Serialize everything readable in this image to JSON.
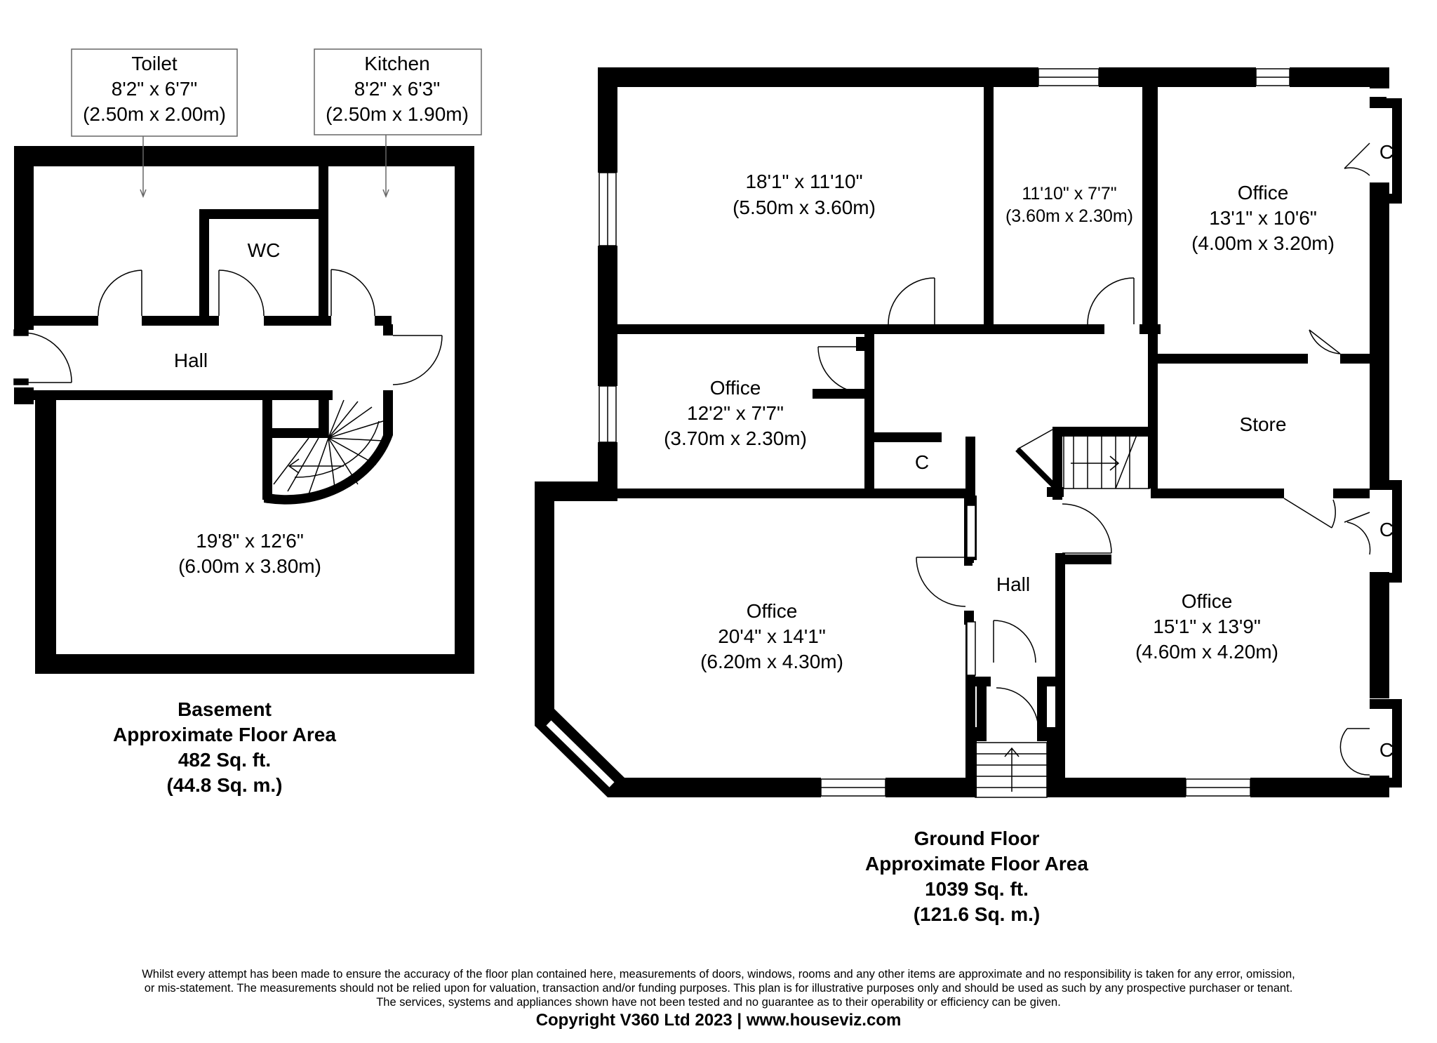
{
  "basement": {
    "callouts": {
      "toilet": {
        "name": "Toilet",
        "imperial": "8'2\" x 6'7\"",
        "metric": "(2.50m x 2.00m)"
      },
      "kitchen": {
        "name": "Kitchen",
        "imperial": "8'2\" x 6'3\"",
        "metric": "(2.50m x 1.90m)"
      }
    },
    "rooms": {
      "wc": "WC",
      "hall": "Hall",
      "main": {
        "imperial": "19'8\" x 12'6\"",
        "metric": "(6.00m x 3.80m)"
      }
    },
    "summary": {
      "title": "Basement",
      "subtitle": "Approximate Floor Area",
      "sqft": "482 Sq. ft.",
      "sqm": "(44.8 Sq. m.)"
    }
  },
  "ground": {
    "rooms": {
      "room_a": {
        "imperial": "18'1\" x 11'10\"",
        "metric": "(5.50m x 3.60m)"
      },
      "room_b": {
        "imperial": "11'10\" x 7'7\"",
        "metric": "(3.60m x 2.30m)"
      },
      "office_ne": {
        "name": "Office",
        "imperial": "13'1\" x 10'6\"",
        "metric": "(4.00m x 3.20m)"
      },
      "office_w": {
        "name": "Office",
        "imperial": "12'2\" x 7'7\"",
        "metric": "(3.70m x 2.30m)"
      },
      "store": "Store",
      "cupboard": "C",
      "hall": "Hall",
      "office_sw": {
        "name": "Office",
        "imperial": "20'4\" x 14'1\"",
        "metric": "(6.20m x 4.30m)"
      },
      "office_se": {
        "name": "Office",
        "imperial": "15'1\" x 13'9\"",
        "metric": "(4.60m x 4.20m)"
      }
    },
    "summary": {
      "title": "Ground Floor",
      "subtitle": "Approximate Floor Area",
      "sqft": "1039 Sq. ft.",
      "sqm": "(121.6 Sq. m.)"
    }
  },
  "footer": {
    "disclaimer_1": "Whilst every attempt has been made to ensure the accuracy of the floor plan contained here, measurements of doors, windows, rooms and any other items are approximate and no responsibility is taken for any error, omission,",
    "disclaimer_2": "or mis-statement. The measurements should not be relied upon for valuation, transaction and/or funding purposes. This plan is for illustrative purposes only and should be used as such by any prospective purchaser or tenant.",
    "disclaimer_3": "The services, systems and appliances shown have not been tested and no guarantee as to their operability or efficiency can be given.",
    "copyright": "Copyright V360 Ltd 2023 | www.houseviz.com"
  }
}
